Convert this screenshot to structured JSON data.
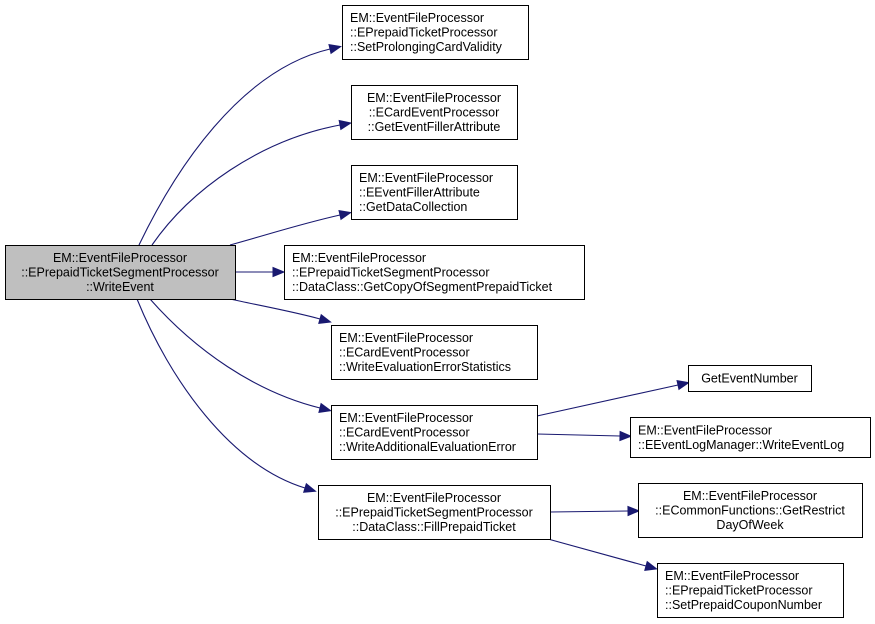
{
  "diagram": {
    "type": "call-graph",
    "root": {
      "id": "write_event",
      "lines": [
        "EM::EventFileProcessor",
        "::EPrepaidTicketSegmentProcessor",
        "::WriteEvent"
      ],
      "highlighted": true
    },
    "nodes": [
      {
        "id": "set_prolonging",
        "lines": [
          "EM::EventFileProcessor",
          "::EPrepaidTicketProcessor",
          "::SetProlongingCardValidity"
        ]
      },
      {
        "id": "get_event_filler",
        "lines": [
          "EM::EventFileProcessor",
          "::ECardEventProcessor",
          "::GetEventFillerAttribute"
        ]
      },
      {
        "id": "get_data_collection",
        "lines": [
          "EM::EventFileProcessor",
          "::EEventFillerAttribute",
          "::GetDataCollection"
        ]
      },
      {
        "id": "get_copy_segment",
        "lines": [
          "EM::EventFileProcessor",
          "::EPrepaidTicketSegmentProcessor",
          "::DataClass::GetCopyOfSegmentPrepaidTicket"
        ]
      },
      {
        "id": "write_eval_stats",
        "lines": [
          "EM::EventFileProcessor",
          "::ECardEventProcessor",
          "::WriteEvaluationErrorStatistics"
        ]
      },
      {
        "id": "write_additional",
        "lines": [
          "EM::EventFileProcessor",
          "::ECardEventProcessor",
          "::WriteAdditionalEvaluationError"
        ]
      },
      {
        "id": "fill_prepaid",
        "lines": [
          "EM::EventFileProcessor",
          "::EPrepaidTicketSegmentProcessor",
          "::DataClass::FillPrepaidTicket"
        ]
      },
      {
        "id": "get_event_number",
        "lines": [
          "GetEventNumber"
        ]
      },
      {
        "id": "write_event_log",
        "lines": [
          "EM::EventFileProcessor",
          "::EEventLogManager::WriteEventLog"
        ]
      },
      {
        "id": "get_restrict_dow",
        "lines": [
          "EM::EventFileProcessor",
          "::ECommonFunctions::GetRestrict",
          "DayOfWeek"
        ]
      },
      {
        "id": "set_prepaid_coupon",
        "lines": [
          "EM::EventFileProcessor",
          "::EPrepaidTicketProcessor",
          "::SetPrepaidCouponNumber"
        ]
      }
    ],
    "edges": [
      {
        "from": "write_event",
        "to": "set_prolonging"
      },
      {
        "from": "write_event",
        "to": "get_event_filler"
      },
      {
        "from": "write_event",
        "to": "get_data_collection"
      },
      {
        "from": "write_event",
        "to": "get_copy_segment"
      },
      {
        "from": "write_event",
        "to": "write_eval_stats"
      },
      {
        "from": "write_event",
        "to": "write_additional"
      },
      {
        "from": "write_event",
        "to": "fill_prepaid"
      },
      {
        "from": "write_additional",
        "to": "get_event_number"
      },
      {
        "from": "write_additional",
        "to": "write_event_log"
      },
      {
        "from": "fill_prepaid",
        "to": "get_restrict_dow"
      },
      {
        "from": "fill_prepaid",
        "to": "set_prepaid_coupon"
      }
    ],
    "colors": {
      "edge": "#191970",
      "root_fill": "#bfbfbf",
      "node_fill": "#ffffff",
      "border": "#000000"
    }
  }
}
